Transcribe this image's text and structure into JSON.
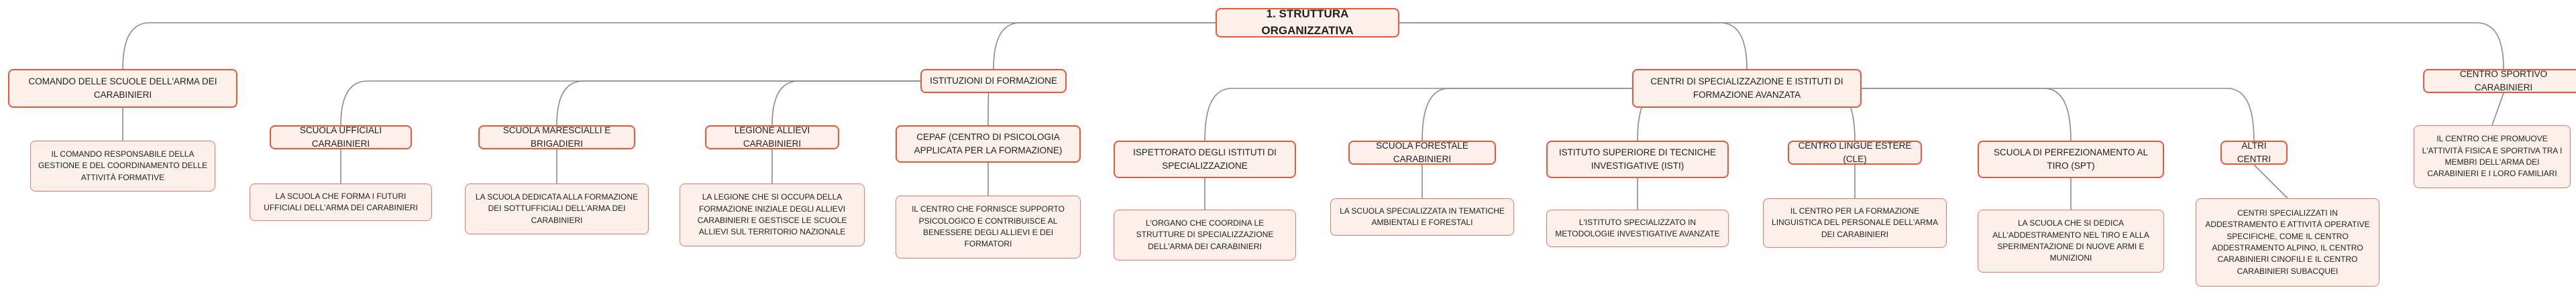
{
  "root": {
    "label": "1. STRUTTURA ORGANIZZATIVA"
  },
  "branches": {
    "comando": {
      "label": "COMANDO DELLE SCUOLE DELL'ARMA DEI CARABINIERI",
      "desc": "IL COMANDO RESPONSABILE DELLA GESTIONE E DEL COORDINAMENTO DELLE ATTIVITÀ FORMATIVE"
    },
    "istituzioni": {
      "label": "ISTITUZIONI DI FORMAZIONE",
      "children": [
        {
          "label": "SCUOLA UFFICIALI CARABINIERI",
          "desc": "LA SCUOLA CHE FORMA I FUTURI UFFICIALI DELL'ARMA DEI CARABINIERI"
        },
        {
          "label": "SCUOLA MARESCIALLI E BRIGADIERI",
          "desc": "LA SCUOLA DEDICATA ALLA FORMAZIONE DEI SOTTUFFICIALI DELL'ARMA DEI CARABINIERI"
        },
        {
          "label": "LEGIONE ALLIEVI CARABINIERI",
          "desc": "LA LEGIONE CHE SI OCCUPA DELLA FORMAZIONE INIZIALE DEGLI ALLIEVI CARABINIERI E GESTISCE LE SCUOLE ALLIEVI SUL TERRITORIO NAZIONALE"
        },
        {
          "label": "CEPAF (CENTRO DI PSICOLOGIA APPLICATA PER LA FORMAZIONE)",
          "desc": "IL CENTRO CHE FORNISCE SUPPORTO PSICOLOGICO E CONTRIBUISCE AL BENESSERE DEGLI ALLIEVI E DEI FORMATORI"
        }
      ]
    },
    "centri": {
      "label": "CENTRI DI SPECIALIZZAZIONE E ISTITUTI DI FORMAZIONE AVANZATA",
      "children": [
        {
          "label": "ISPETTORATO DEGLI ISTITUTI DI SPECIALIZZAZIONE",
          "desc": "L'ORGANO CHE COORDINA LE STRUTTURE DI SPECIALIZZAZIONE DELL'ARMA DEI CARABINIERI"
        },
        {
          "label": "SCUOLA FORESTALE CARABINIERI",
          "desc": "LA SCUOLA SPECIALIZZATA IN TEMATICHE AMBIENTALI E FORESTALI"
        },
        {
          "label": "ISTITUTO SUPERIORE DI TECNICHE INVESTIGATIVE (ISTI)",
          "desc": "L'ISTITUTO SPECIALIZZATO IN METODOLOGIE INVESTIGATIVE AVANZATE"
        },
        {
          "label": "CENTRO LINGUE ESTERE (CLE)",
          "desc": "IL CENTRO PER LA FORMAZIONE LINGUISTICA DEL PERSONALE DELL'ARMA DEI CARABINIERI"
        },
        {
          "label": "SCUOLA DI PERFEZIONAMENTO AL TIRO (SPT)",
          "desc": "LA SCUOLA CHE SI DEDICA ALL'ADDESTRAMENTO NEL TIRO E ALLA SPERIMENTAZIONE DI NUOVE ARMI E MUNIZIONI"
        },
        {
          "label": "ALTRI CENTRI",
          "desc": "CENTRI SPECIALIZZATI IN ADDESTRAMENTO E ATTIVITÀ OPERATIVE SPECIFICHE, COME IL CENTRO ADDESTRAMENTO ALPINO, IL CENTRO CARABINIERI CINOFILI E IL CENTRO CARABINIERI SUBACQUEI"
        }
      ]
    },
    "sportivo": {
      "label": "CENTRO SPORTIVO CARABINIERI",
      "desc": "IL CENTRO CHE PROMUOVE L'ATTIVITÀ FISICA E SPORTIVA TRA I MEMBRI DELL'ARMA DEI CARABINIERI E I LORO FAMILIARI"
    }
  },
  "colors": {
    "border": "#e9573c",
    "fill": "#fdf0ea",
    "line": "#8a8a8a"
  }
}
